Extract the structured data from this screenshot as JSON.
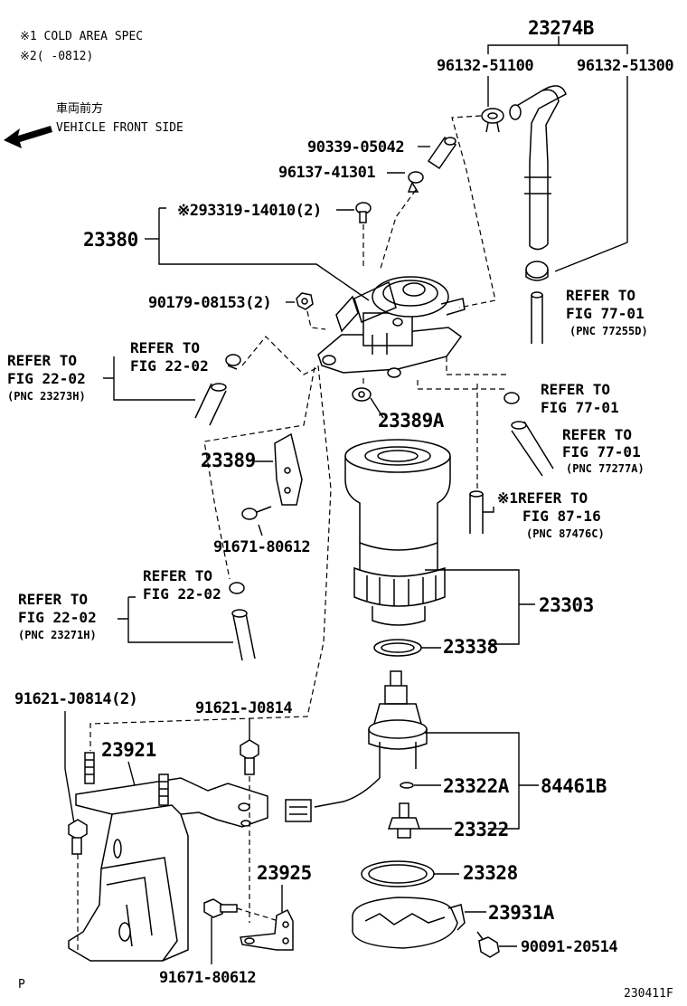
{
  "notes": {
    "note1": "※1 COLD AREA SPEC",
    "note2": "※2(    -0812)",
    "front_jp": "車両前方",
    "front_en": "VEHICLE FRONT SIDE"
  },
  "callouts": {
    "p23274B": "23274B",
    "p96132_51100": "96132-51100",
    "p96132_51300": "96132-51300",
    "p90339_05042": "90339-05042",
    "p96137_41301": "96137-41301",
    "p93319": "※293319-14010(2)",
    "p23380": "23380",
    "p90179": "90179-08153(2)",
    "p23389A": "23389A",
    "p23389": "23389",
    "p91671a": "91671-80612",
    "p23303": "23303",
    "p23338": "23338",
    "p91621a": "91621-J0814(2)",
    "p91621b": "91621-J0814",
    "p23921": "23921",
    "p23322A": "23322A",
    "p84461B": "84461B",
    "p23322": "23322",
    "p23925": "23925",
    "p23328": "23328",
    "p23931A": "23931A",
    "p90091": "90091-20514",
    "p91671b": "91671-80612"
  },
  "refs": {
    "r1_a": "REFER TO",
    "r1_b": "FIG 77-01",
    "r1_c": "(PNC 77255D)",
    "r2_a": "REFER TO",
    "r2_b": "FIG 22-02",
    "r2_c": "(PNC 23273H)",
    "r3_a": "REFER TO",
    "r3_b": "FIG 22-02",
    "r4_a": "REFER TO",
    "r4_b": "FIG 77-01",
    "r5_a": "REFER TO",
    "r5_b": "FIG 77-01",
    "r5_c": "(PNC 77277A)",
    "r6_a": "※1REFER TO",
    "r6_b": "FIG 87-16",
    "r6_c": "(PNC 87476C)",
    "r7_a": "REFER TO",
    "r7_b": "FIG 22-02",
    "r8_a": "REFER TO",
    "r8_b": "FIG 22-02",
    "r8_c": "(PNC 23271H)"
  },
  "footer": {
    "left": "P",
    "code": "230411F"
  },
  "icons": {
    "arrow": "arrow-left-icon"
  }
}
